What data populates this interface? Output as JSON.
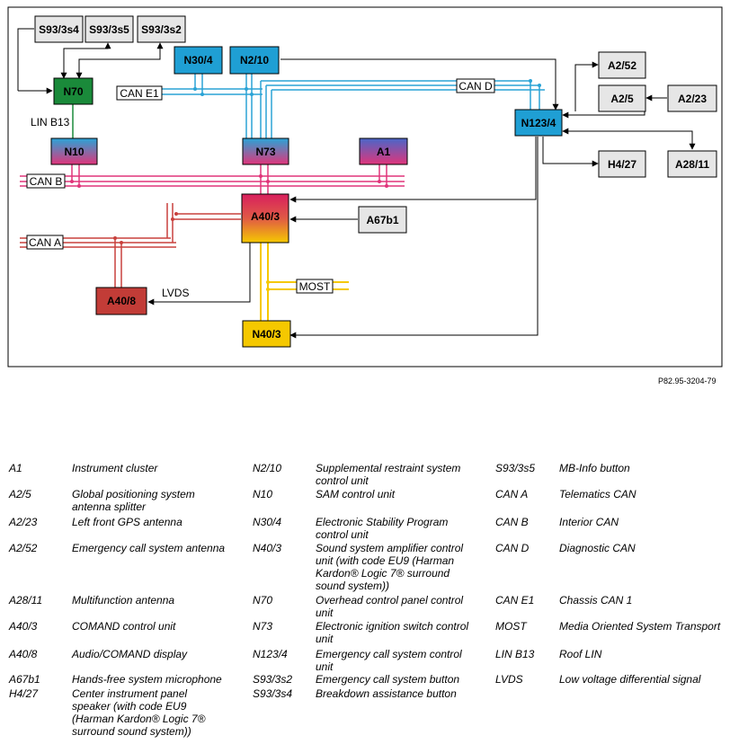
{
  "figure_ref": "P82.95-3204-79",
  "components": {
    "s93_3s4": "S93/3s4",
    "s93_3s5": "S93/3s5",
    "s93_3s2": "S93/3s2",
    "n70": "N70",
    "n30_4": "N30/4",
    "n2_10": "N2/10",
    "n10": "N10",
    "n73": "N73",
    "a1": "A1",
    "n123_4": "N123/4",
    "a2_52": "A2/52",
    "a2_5": "A2/5",
    "a2_23": "A2/23",
    "h4_27": "H4/27",
    "a28_11": "A28/11",
    "a40_3": "A40/3",
    "a67b1": "A67b1",
    "a40_8": "A40/8",
    "n40_3": "N40/3"
  },
  "bus_labels": {
    "can_e1": "CAN E1",
    "can_d": "CAN D",
    "lin_b13": "LIN B13",
    "can_b": "CAN B",
    "can_a": "CAN A",
    "lvds": "LVDS",
    "most": "MOST"
  },
  "colors": {
    "can_b": "#e0357a",
    "can_d": "#2aa3d6",
    "can_e1": "#2aa3d6",
    "can_a": "#c8413d",
    "most": "#f5c800",
    "lin": "#1a8a3a",
    "box_gray": "#e6e6e6"
  },
  "legend": {
    "col1": [
      {
        "code": "A1",
        "desc": "Instrument cluster"
      },
      {
        "code": "A2/5",
        "desc": "Global positioning system antenna splitter"
      },
      {
        "code": "A2/23",
        "desc": "Left front GPS antenna"
      },
      {
        "code": "A2/52",
        "desc": "Emergency call system antenna"
      },
      {
        "code": "A28/11",
        "desc": "Multifunction antenna"
      },
      {
        "code": "A40/3",
        "desc": "COMAND control unit"
      },
      {
        "code": "A40/8",
        "desc": "Audio/COMAND display"
      },
      {
        "code": "A67b1",
        "desc": "Hands-free system microphone"
      },
      {
        "code": "H4/27",
        "desc": "Center instrument panel speaker (with code EU9 (Harman Kardon® Logic 7® surround sound system))"
      }
    ],
    "col2": [
      {
        "code": "N2/10",
        "desc": "Supplemental restraint system control unit"
      },
      {
        "code": "N10",
        "desc": "SAM control unit"
      },
      {
        "code": "N30/4",
        "desc": "Electronic Stability Program control unit"
      },
      {
        "code": "N40/3",
        "desc": "Sound system amplifier control unit (with code EU9 (Harman Kardon® Logic 7® surround sound system))"
      },
      {
        "code": "N70",
        "desc": "Overhead control panel control unit"
      },
      {
        "code": "N73",
        "desc": "Electronic ignition switch control unit"
      },
      {
        "code": "N123/4",
        "desc": "Emergency call system control unit"
      },
      {
        "code": "S93/3s2",
        "desc": "Emergency call system button"
      },
      {
        "code": "S93/3s4",
        "desc": "Breakdown assistance button"
      }
    ],
    "col3": [
      {
        "code": "S93/3s5",
        "desc": "MB-Info button"
      },
      {
        "code": "CAN A",
        "desc": "Telematics CAN"
      },
      {
        "code": "CAN B",
        "desc": "Interior CAN"
      },
      {
        "code": "CAN D",
        "desc": "Diagnostic CAN"
      },
      {
        "code": "CAN E1",
        "desc": "Chassis CAN 1"
      },
      {
        "code": "MOST",
        "desc": "Media Oriented System Transport"
      },
      {
        "code": "LIN B13",
        "desc": "Roof LIN"
      },
      {
        "code": "LVDS",
        "desc": "Low voltage differential signal"
      }
    ]
  }
}
